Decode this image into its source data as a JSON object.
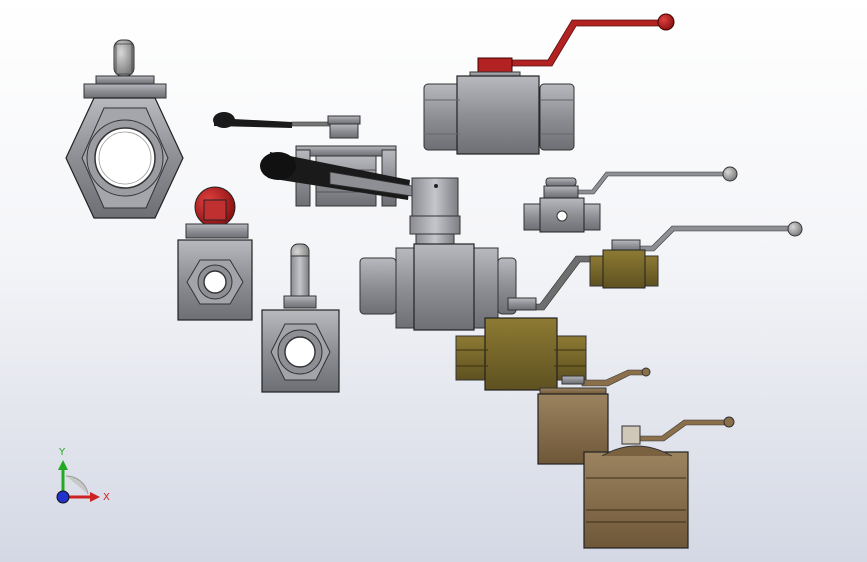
{
  "scene": {
    "title": "",
    "parts": [
      "ball-valve-front-view",
      "ball-valve-side-view-black-lever",
      "compact-valve-red-knob",
      "compact-valve-gray-knob",
      "large-ball-valve-black-lever",
      "hydraulic-valve-red-lever",
      "mini-valve-gray-lever",
      "brass-valve-small",
      "brass-valve-large",
      "bronze-valve-small",
      "bronze-valve-large"
    ]
  },
  "triad": {
    "x_label": "X",
    "y_label": "Y",
    "colors": {
      "x": "#cc2222",
      "y": "#22aa22",
      "z": "#2233cc"
    }
  },
  "colors": {
    "steel": "#9a9ca2",
    "steel_dark": "#6f7177",
    "red": "#b22222",
    "brass": "#7b6a2a",
    "bronze": "#8a6f4a",
    "black_grip": "#1a1a1a"
  }
}
